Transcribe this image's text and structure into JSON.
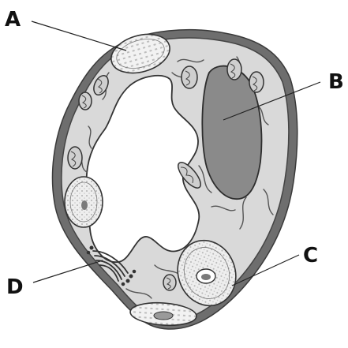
{
  "labels": {
    "a": "A",
    "b": "B",
    "c": "C",
    "d": "D"
  },
  "colors": {
    "cell_wall": "#6e6e6e",
    "cytoplasm": "#d9d9d9",
    "vacuole": "#ffffff",
    "nucleus": "#8a8a8a",
    "outline": "#333333",
    "leader_line": "#222222",
    "label_text": "#111111"
  },
  "icons": {
    "chloroplast": "chloroplast-icon",
    "mitochondrion": "mitochondrion-icon",
    "nucleus": "nucleus-icon",
    "golgi": "golgi-icon"
  }
}
